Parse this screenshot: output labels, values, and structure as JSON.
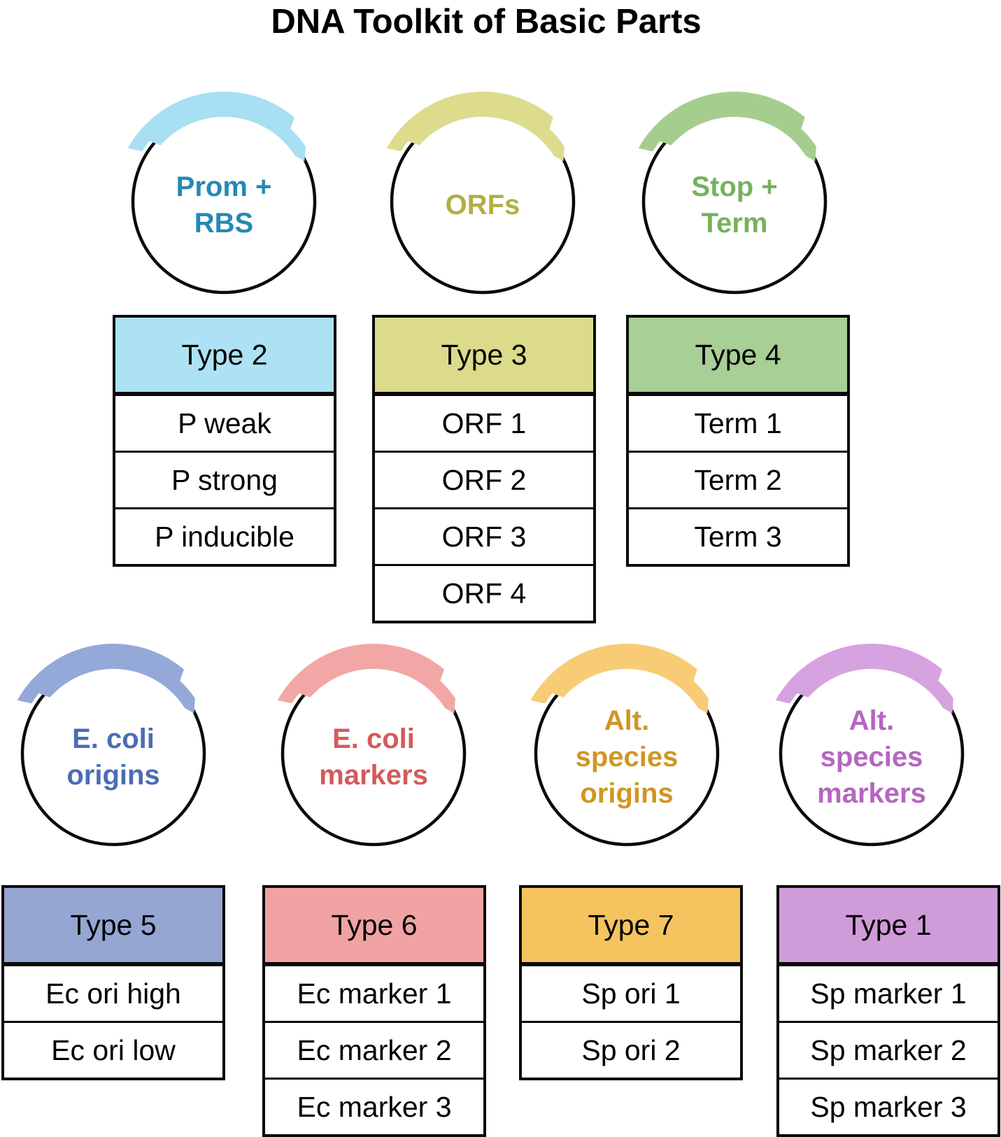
{
  "title": "DNA Toolkit of Basic Parts",
  "groups": [
    {
      "id": "prom-rbs",
      "plasmid_label": "Prom +\nRBS",
      "type_label": "Type 2",
      "rows": [
        "P weak",
        "P strong",
        "P inducible"
      ],
      "colors": {
        "band": "#A8DFF3",
        "text": "#2389B5",
        "header": "#ACE2F4"
      }
    },
    {
      "id": "orfs",
      "plasmid_label": "ORFs",
      "type_label": "Type 3",
      "rows": [
        "ORF 1",
        "ORF 2",
        "ORF 3",
        "ORF 4"
      ],
      "colors": {
        "band": "#DDDC8D",
        "text": "#B1AF45",
        "header": "#DCDB8C"
      }
    },
    {
      "id": "stop-term",
      "plasmid_label": "Stop +\nTerm",
      "type_label": "Type 4",
      "rows": [
        "Term 1",
        "Term 2",
        "Term 3"
      ],
      "colors": {
        "band": "#A5CE8E",
        "text": "#76B25C",
        "header": "#A8CF96"
      }
    },
    {
      "id": "ecoli-origins",
      "plasmid_label": "E. coli\norigins",
      "type_label": "Type 5",
      "rows": [
        "Ec ori high",
        "Ec ori low"
      ],
      "colors": {
        "band": "#94A9D8",
        "text": "#4A6DB4",
        "header": "#96A6D2"
      }
    },
    {
      "id": "ecoli-markers",
      "plasmid_label": "E. coli\nmarkers",
      "type_label": "Type 6",
      "rows": [
        "Ec marker 1",
        "Ec marker 2",
        "Ec marker 3"
      ],
      "colors": {
        "band": "#F2A7A6",
        "text": "#D45A5C",
        "header": "#F0A3A2"
      }
    },
    {
      "id": "alt-species-origins",
      "plasmid_label": "Alt.\nspecies\norigins",
      "type_label": "Type 7",
      "rows": [
        "Sp ori 1",
        "Sp ori 2"
      ],
      "colors": {
        "band": "#F8CC74",
        "text": "#D09623",
        "header": "#F5C45F"
      }
    },
    {
      "id": "alt-species-markers",
      "plasmid_label": "Alt.\nspecies\nmarkers",
      "type_label": "Type 1",
      "rows": [
        "Sp marker 1",
        "Sp marker 2",
        "Sp marker 3"
      ],
      "colors": {
        "band": "#D6A2DF",
        "text": "#B665C1",
        "header": "#CF9BD9"
      }
    }
  ]
}
